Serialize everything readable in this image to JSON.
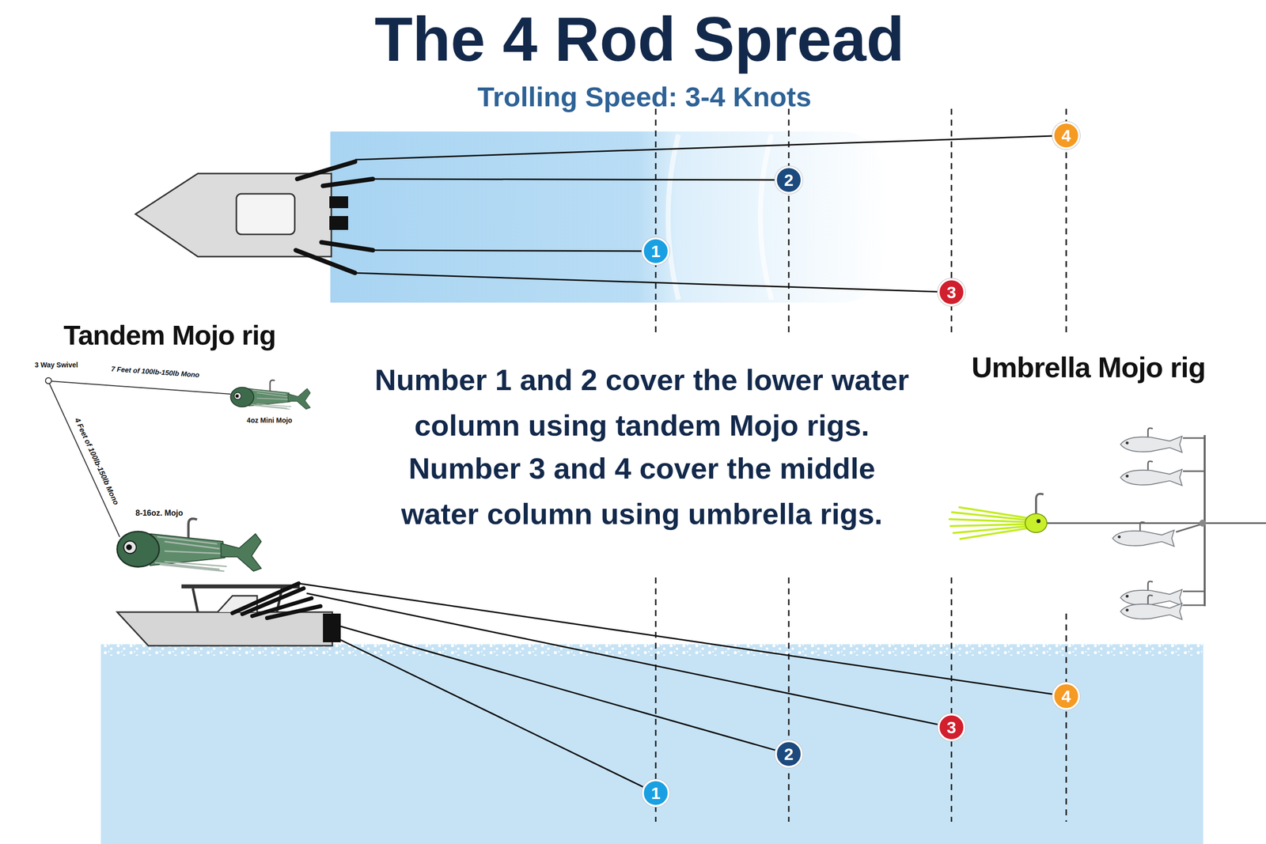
{
  "diagram": {
    "title": "The 4 Rod Spread",
    "nodes": [
      {
        "text": [
          "1"
        ]
      },
      {
        "text": [
          "2"
        ]
      },
      {
        "text": [
          "3"
        ]
      },
      {
        "text": [
          "4"
        ]
      },
      {
        "text": [
          "1"
        ]
      },
      {
        "text": [
          "2"
        ]
      },
      {
        "text": [
          "3"
        ]
      },
      {
        "text": [
          "4"
        ]
      }
    ],
    "labels": [
      "Trolling Speed: 3-4 Knots",
      "Tandem Mojo rig",
      "3 Way Swivel",
      "7 Feet of 100lb-150lb Mono",
      "4oz Mini Mojo",
      "4 Feet of 100lb-150lb Mono",
      "8-16oz. Mojo",
      "Number 1 and 2 cover the lower water column using tandem Mojo rigs.",
      "Number 3 and 4 cover the middle water column using umbrella rigs.",
      "Umbrella Mojo rig"
    ]
  }
}
